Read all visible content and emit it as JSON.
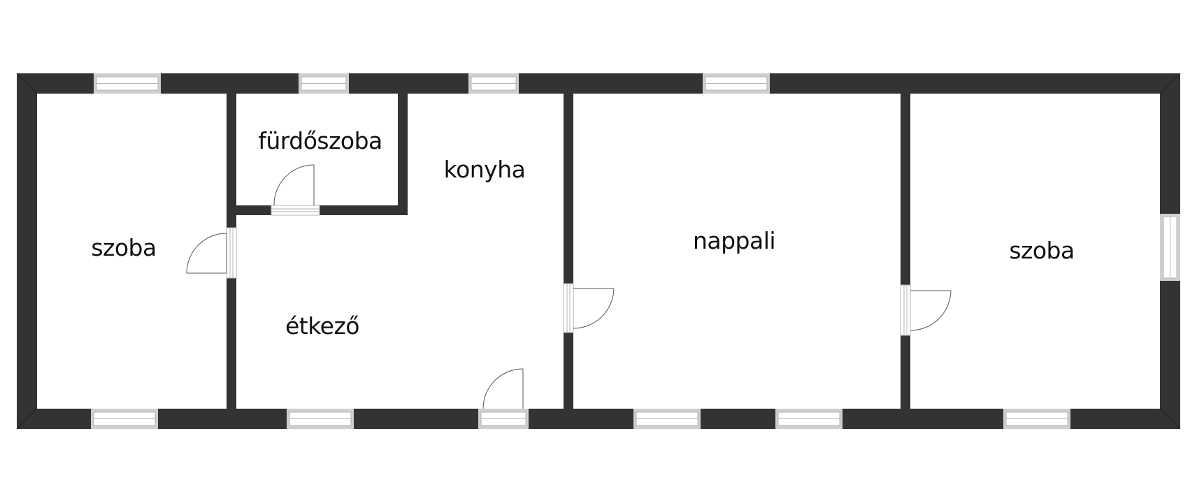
{
  "floorplan": {
    "colors": {
      "wall": "#333333",
      "background": "#ffffff",
      "window_frame": "#cfcfcf",
      "window_glass": "#ffffff",
      "door_line": "#555555"
    },
    "rooms": [
      {
        "id": "szoba-west",
        "label": "szoba"
      },
      {
        "id": "furdoszoba",
        "label": "fürdőszoba"
      },
      {
        "id": "konyha",
        "label": "konyha"
      },
      {
        "id": "etkezo",
        "label": "étkező"
      },
      {
        "id": "nappali",
        "label": "nappali"
      },
      {
        "id": "szoba-east",
        "label": "szoba"
      }
    ]
  }
}
